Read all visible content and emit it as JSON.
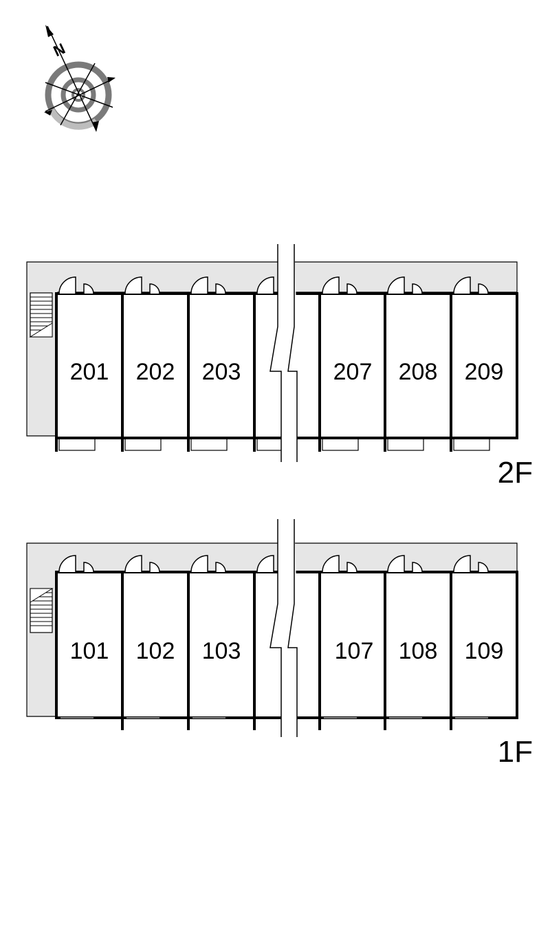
{
  "compass": {
    "north_letter": "N",
    "icon": "compass-rose-icon"
  },
  "floors": [
    {
      "label": "2F",
      "units": [
        "201",
        "202",
        "203",
        "",
        "207",
        "208",
        "209"
      ]
    },
    {
      "label": "1F",
      "units": [
        "101",
        "102",
        "103",
        "",
        "107",
        "108",
        "109"
      ]
    }
  ],
  "colors": {
    "corridor": "#e6e6e6",
    "wall": "#000000",
    "compass_gray": "#7a7a7a",
    "compass_light": "#b8b8b8"
  }
}
